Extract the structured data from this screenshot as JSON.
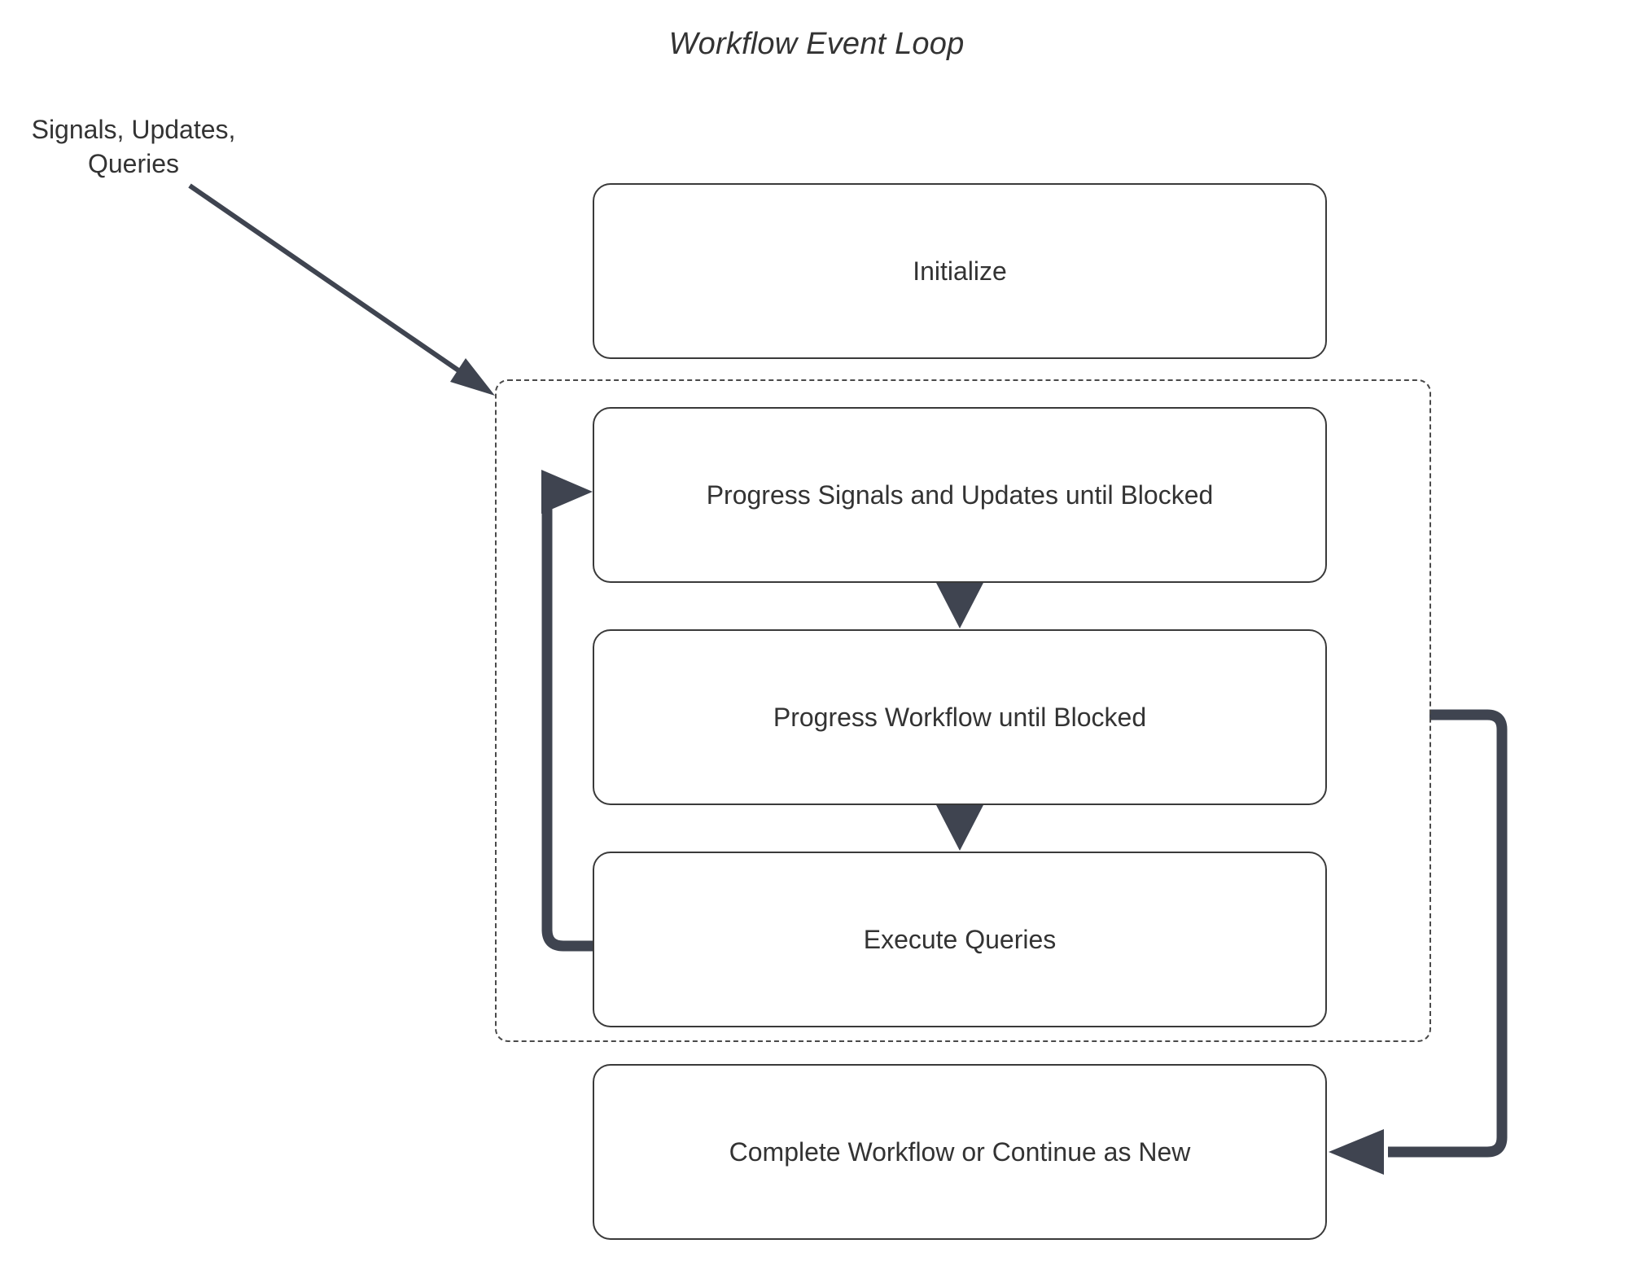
{
  "diagram": {
    "title": "Workflow Event Loop",
    "type": "flowchart",
    "accent_color": "#3f4450",
    "node_border_color": "#3a3a3a",
    "text_color": "#333333",
    "background_color": "#ffffff",
    "external_label": "Signals, Updates, Queries",
    "external_label_lines": [
      "Signals, Updates,",
      "Queries"
    ],
    "nodes": [
      {
        "id": "initialize",
        "label": "Initialize"
      },
      {
        "id": "progress-signals",
        "label": "Progress Signals and Updates until Blocked"
      },
      {
        "id": "progress-workflow",
        "label": "Progress Workflow until Blocked"
      },
      {
        "id": "execute-queries",
        "label": "Execute Queries"
      },
      {
        "id": "complete",
        "label": "Complete Workflow or Continue as New"
      }
    ],
    "loop_group": {
      "id": "event-loop-group",
      "style": "dashed",
      "members": [
        "progress-signals",
        "progress-workflow",
        "execute-queries"
      ]
    },
    "edges": [
      {
        "from": "external-input",
        "to": "event-loop-group",
        "label": "Signals, Updates, Queries",
        "style": "solid-arrow"
      },
      {
        "from": "progress-signals",
        "to": "progress-workflow",
        "label": "",
        "style": "solid-arrow"
      },
      {
        "from": "progress-workflow",
        "to": "execute-queries",
        "label": "",
        "style": "solid-arrow"
      },
      {
        "from": "execute-queries",
        "to": "progress-signals",
        "label": "",
        "style": "loop-back-arrow"
      },
      {
        "from": "event-loop-group",
        "to": "complete",
        "label": "",
        "style": "exit-arrow"
      }
    ]
  }
}
